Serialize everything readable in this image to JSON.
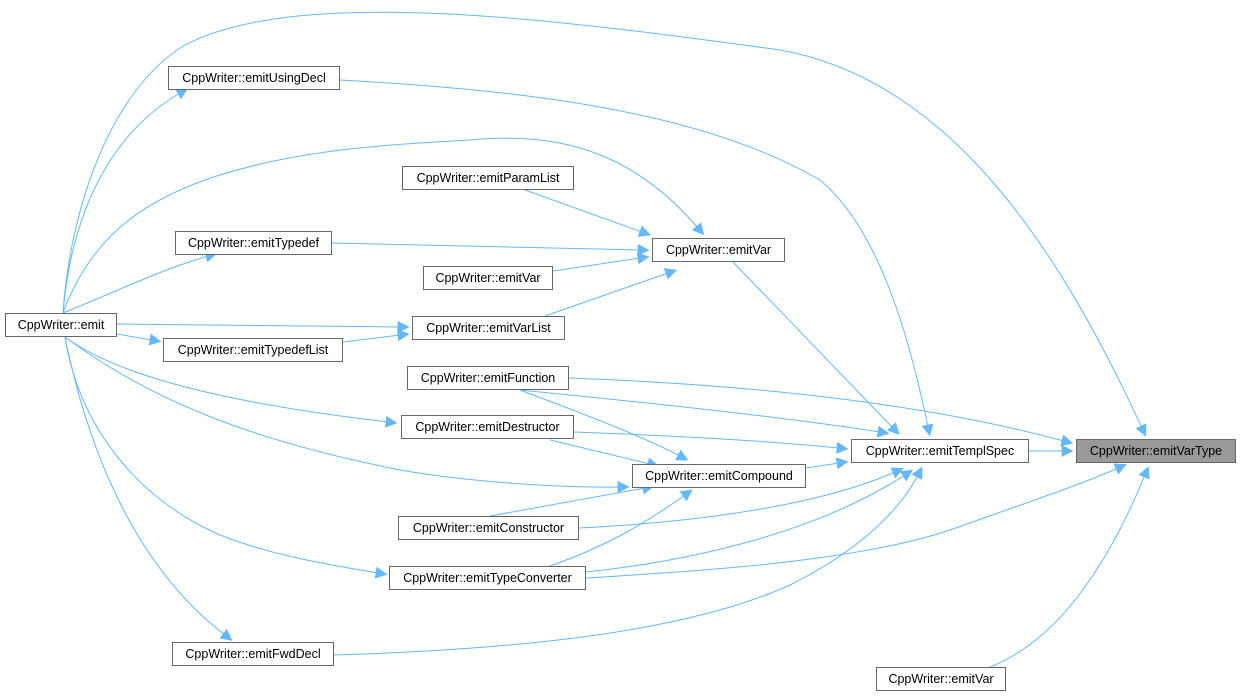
{
  "nodes": {
    "emitVarType": "CppWriter::emitVarType",
    "emitTemplSpec": "CppWriter::emitTemplSpec",
    "emitVarBottom": "CppWriter::emitVar",
    "emitUsingDecl": "CppWriter::emitUsingDecl",
    "emitParamList": "CppWriter::emitParamList",
    "emitVarMid": "CppWriter::emitVar",
    "emitTypedef": "CppWriter::emitTypedef",
    "emitVarLeft": "CppWriter::emitVar",
    "emitVarList": "CppWriter::emitVarList",
    "emit": "CppWriter::emit",
    "emitTypedefList": "CppWriter::emitTypedefList",
    "emitFunction": "CppWriter::emitFunction",
    "emitDestructor": "CppWriter::emitDestructor",
    "emitCompound": "CppWriter::emitCompound",
    "emitConstructor": "CppWriter::emitConstructor",
    "emitTypeConverter": "CppWriter::emitTypeConverter",
    "emitFwdDecl": "CppWriter::emitFwdDecl"
  },
  "selected_node": "emitVarType",
  "colors": {
    "edge": "#63b8ff",
    "node_border": "#666666",
    "selected_fill": "#999999"
  },
  "edges": [
    [
      "emitTemplSpec",
      "emitVarType"
    ],
    [
      "emit",
      "emitVarType"
    ],
    [
      "emitFunction",
      "emitVarType"
    ],
    [
      "emitTypeConverter",
      "emitVarType"
    ],
    [
      "emitVarBottom",
      "emitVarType"
    ],
    [
      "emitUsingDecl",
      "emitTemplSpec"
    ],
    [
      "emitVarMid",
      "emitTemplSpec"
    ],
    [
      "emitFunction",
      "emitTemplSpec"
    ],
    [
      "emitDestructor",
      "emitTemplSpec"
    ],
    [
      "emitCompound",
      "emitTemplSpec"
    ],
    [
      "emitConstructor",
      "emitTemplSpec"
    ],
    [
      "emitTypeConverter",
      "emitTemplSpec"
    ],
    [
      "emitFwdDecl",
      "emitTemplSpec"
    ],
    [
      "emit",
      "emitUsingDecl"
    ],
    [
      "emitParamList",
      "emitVarMid"
    ],
    [
      "emitTypedef",
      "emitVarMid"
    ],
    [
      "emitVarLeft",
      "emitVarMid"
    ],
    [
      "emitVarList",
      "emitVarMid"
    ],
    [
      "emit",
      "emitVarMid"
    ],
    [
      "emit",
      "emitTypedef"
    ],
    [
      "emit",
      "emitVarList"
    ],
    [
      "emitTypedefList",
      "emitVarList"
    ],
    [
      "emit",
      "emitTypedefList"
    ],
    [
      "emit",
      "emitDestructor"
    ],
    [
      "emit",
      "emitCompound"
    ],
    [
      "emitFunction",
      "emitCompound"
    ],
    [
      "emitDestructor",
      "emitCompound"
    ],
    [
      "emitConstructor",
      "emitCompound"
    ],
    [
      "emitTypeConverter",
      "emitCompound"
    ],
    [
      "emit",
      "emitTypeConverter"
    ],
    [
      "emit",
      "emitFwdDecl"
    ]
  ]
}
